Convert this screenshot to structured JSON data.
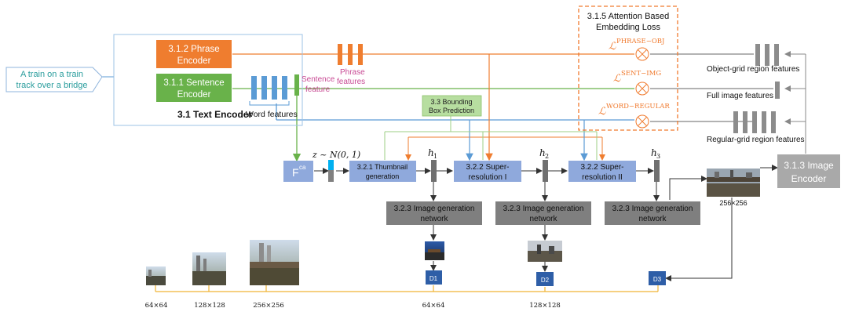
{
  "input_text": {
    "line1": "A train on a train",
    "line2": "track over a bridge"
  },
  "text_encoder": {
    "title": "3.1 Text Encoder",
    "phrase_encoder": {
      "line1": "3.1.2 Phrase",
      "line2": "Encoder"
    },
    "sentence_encoder": {
      "line1": "3.1.1 Sentence",
      "line2": "Encoder"
    }
  },
  "features": {
    "word": "Word features",
    "phrase": {
      "line1": "Phrase",
      "line2": "features"
    },
    "sentence": {
      "line1": "Sentence",
      "line2": "feature"
    },
    "object_grid": "Object-grid region features",
    "full_image": "Full image features",
    "regular_grid": "Regular-grid region features"
  },
  "attention_loss": {
    "title": {
      "line1": "3.1.5 Attention Based",
      "line2": "Embedding Loss"
    },
    "loss_symbol": "ℒ",
    "losses": [
      "PHRASE−OBJ",
      "SENT−IMG",
      "WORD−REGULAR"
    ]
  },
  "bbox_prediction": {
    "line1": "3.3 Bounding",
    "line2": "Box Prediction"
  },
  "noise": "z ~ N(0, 1)",
  "fca": {
    "main": "F",
    "sup": "ca"
  },
  "generators": [
    {
      "line1": "3.2.1 Thumbnail",
      "line2": "generation"
    },
    {
      "line1": "3.2.2 Super-",
      "line2": "resolution I"
    },
    {
      "line1": "3.2.2 Super-",
      "line2": "resolution II"
    }
  ],
  "hidden_states": [
    {
      "main": "h",
      "sub": "1"
    },
    {
      "main": "h",
      "sub": "2"
    },
    {
      "main": "h",
      "sub": "3"
    }
  ],
  "image_gen_network": {
    "line1": "3.2.3 Image generation",
    "line2": "network"
  },
  "image_encoder": {
    "line1": "3.1.3 Image",
    "line2": "Encoder"
  },
  "output_size_label": "256×256",
  "discriminators": [
    "D1",
    "D2",
    "D3"
  ],
  "sizes": {
    "real_64": "64×64",
    "real_128": "128×128",
    "real_256": "256×256",
    "gen_64": "64×64",
    "gen_128": "128×128"
  },
  "colors": {
    "orange": "#ef7d2f",
    "green": "#69b24a",
    "blue_feature": "#5b9bd5",
    "blue_box": "#8fa9dc",
    "gray_box": "#7f7f7f",
    "light_gray_box": "#a9a9a9",
    "dark_blue": "#2e5ea7",
    "gold_line": "#f0b434",
    "teal_text": "#2a9d9d",
    "loss_orange": "#f07a2e"
  }
}
